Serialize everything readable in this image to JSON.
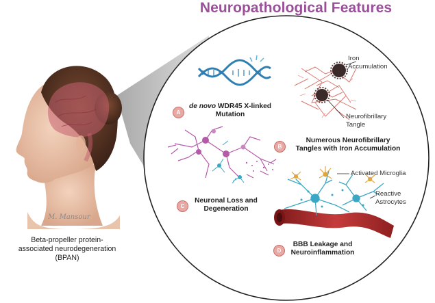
{
  "title": "Neuropathological Features",
  "features": {
    "a": {
      "badge": "A",
      "line1_italic": "de novo",
      "line1_rest": " WDR45 X-linked",
      "line2": "Mutation"
    },
    "b": {
      "badge": "B",
      "line1": "Numerous Neurofibrillary",
      "line2": "Tangles with Iron Accumulation"
    },
    "c": {
      "badge": "C",
      "line1": "Neuronal Loss and",
      "line2": "Degeneration"
    },
    "d": {
      "badge": "D",
      "line1": "BBB Leakage and",
      "line2": "Neuroinflammation"
    }
  },
  "labels": {
    "iron_1": "Iron",
    "iron_2": "Accumulation",
    "nft_1": "Neurofibrillary",
    "nft_2": "Tangle",
    "microglia": "Activated Microglia",
    "astro_1": "Reactive",
    "astro_2": "Astrocytes"
  },
  "caption": {
    "line1": "Beta-propeller protein-",
    "line2": "associated neurodegeneration",
    "line3": "(BPAN)"
  },
  "signature": "M. Mansour",
  "colors": {
    "title": "#9b4f9b",
    "badge": "#e8a8a3",
    "dna": "#2f7fb2",
    "neuron": "#b45aa8",
    "tangle": "#d9776f",
    "glia": "#3aa7c4",
    "microglia": "#e0a640",
    "vessel": "#b23030"
  }
}
